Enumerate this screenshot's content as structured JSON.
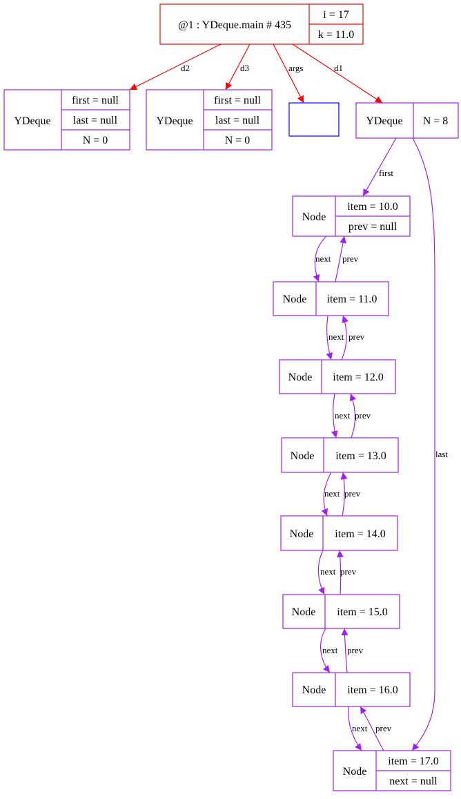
{
  "colors": {
    "frame": "#ff0000",
    "object": "#a020f0",
    "empty": "#0000ff"
  },
  "frame": {
    "title": "@1 : YDeque.main # 435",
    "fields": [
      "i = 17",
      "k = 11.0"
    ]
  },
  "deques": [
    {
      "id": "d2obj",
      "type": "YDeque",
      "fields": [
        "first = null",
        "last = null",
        "N = 0"
      ]
    },
    {
      "id": "d3obj",
      "type": "YDeque",
      "fields": [
        "first = null",
        "last = null",
        "N = 0"
      ]
    },
    {
      "id": "d1obj",
      "type": "YDeque",
      "fields": [
        "N = 8"
      ]
    }
  ],
  "args_box": {
    "label": ""
  },
  "nodes": [
    {
      "type": "Node",
      "fields": [
        "item = 10.0",
        "prev = null"
      ]
    },
    {
      "type": "Node",
      "fields": [
        "item = 11.0"
      ]
    },
    {
      "type": "Node",
      "fields": [
        "item = 12.0"
      ]
    },
    {
      "type": "Node",
      "fields": [
        "item = 13.0"
      ]
    },
    {
      "type": "Node",
      "fields": [
        "item = 14.0"
      ]
    },
    {
      "type": "Node",
      "fields": [
        "item = 15.0"
      ]
    },
    {
      "type": "Node",
      "fields": [
        "item = 16.0"
      ]
    },
    {
      "type": "Node",
      "fields": [
        "item = 17.0",
        "next = null"
      ]
    }
  ],
  "edge_labels": {
    "d2": "d2",
    "d3": "d3",
    "args": "args",
    "d1": "d1",
    "first": "first",
    "last": "last",
    "next": "next",
    "prev": "prev"
  }
}
